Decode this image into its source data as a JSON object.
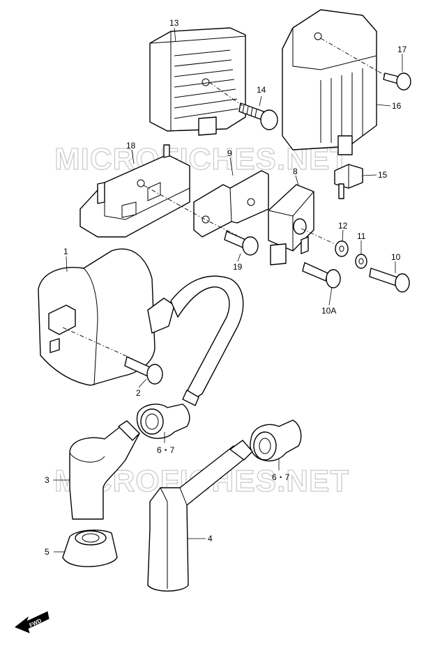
{
  "watermark": {
    "text_top": "MICROFICHES.NET",
    "text_bottom": "MICROFICHES.NET"
  },
  "callouts": {
    "p1": "1",
    "p2": "2",
    "p3": "3",
    "p4": "4",
    "p5": "5",
    "p67a": "6・7",
    "p67b": "6・7",
    "p8": "8",
    "p9": "9",
    "p10": "10",
    "p10a": "10A",
    "p11": "11",
    "p12": "12",
    "p13": "13",
    "p14": "14",
    "p15": "15",
    "p16": "16",
    "p17": "17",
    "p18": "18",
    "p19": "19"
  },
  "direction_marker": {
    "label": "FWD"
  }
}
